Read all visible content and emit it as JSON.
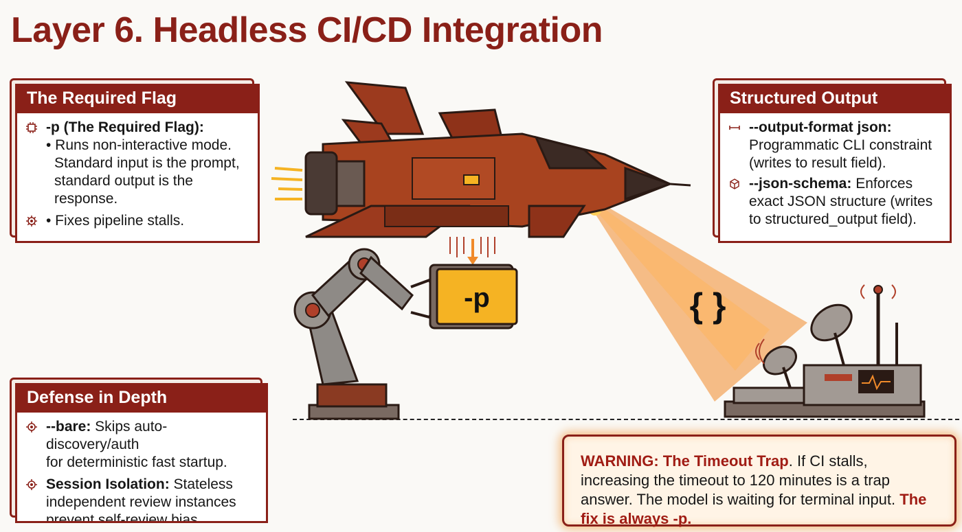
{
  "title": "Layer 6. Headless CI/CD Integration",
  "panels": {
    "required_flag": {
      "heading": "The Required Flag",
      "item1_title": "-p (The Required Flag):",
      "item1_lines": [
        "• Runs non-interactive mode.",
        "Standard input is the prompt,",
        "standard output is the",
        "response."
      ],
      "item2_text": "• Fixes pipeline stalls."
    },
    "structured_output": {
      "heading": "Structured Output",
      "item1_title": "--output-format json:",
      "item1_lines": [
        "Programmatic CLI constraint",
        "(writes to result field)."
      ],
      "item2_title": "--json-schema:",
      "item2_rest": " Enforces",
      "item2_lines": [
        "exact JSON structure (writes",
        "to structured_output field)."
      ]
    },
    "defense": {
      "heading": "Defense in Depth",
      "item1_title": "--bare:",
      "item1_rest": " Skips auto-discovery/auth",
      "item1_lines": [
        "for deterministic fast startup."
      ],
      "item2_title": "Session Isolation:",
      "item2_rest": " Stateless",
      "item2_lines": [
        "independent review instances",
        "prevent self-review bias."
      ]
    }
  },
  "illustration": {
    "flag_card_text": "-p",
    "braces_text": "{ }"
  },
  "warning": {
    "label": "WARNING: The Timeout Trap",
    "text1": ". If CI stalls, increasing the timeout to 120 minutes is a trap answer. The model is waiting for terminal input. ",
    "fix": "The fix is always -p."
  },
  "colors": {
    "accent": "#8a2018",
    "flag_yellow": "#f5b323",
    "beam_orange": "#f08a2a",
    "ship_rust": "#9c3a1e"
  },
  "icons": [
    "chip-icon",
    "gear-icon",
    "arrows-icon",
    "cube-icon"
  ]
}
